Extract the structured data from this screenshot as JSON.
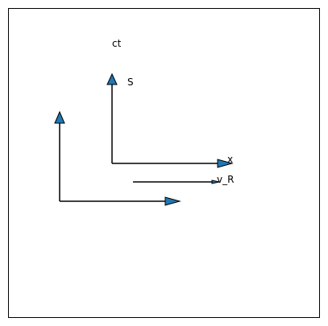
{
  "labels": {
    "ct": "ct",
    "s": "S",
    "x": "x",
    "v_r": "v_R"
  },
  "colors": {
    "arrow_fill": "#1f77b4",
    "stroke": "#000000",
    "frame": "#000000",
    "background": "#ffffff"
  }
}
